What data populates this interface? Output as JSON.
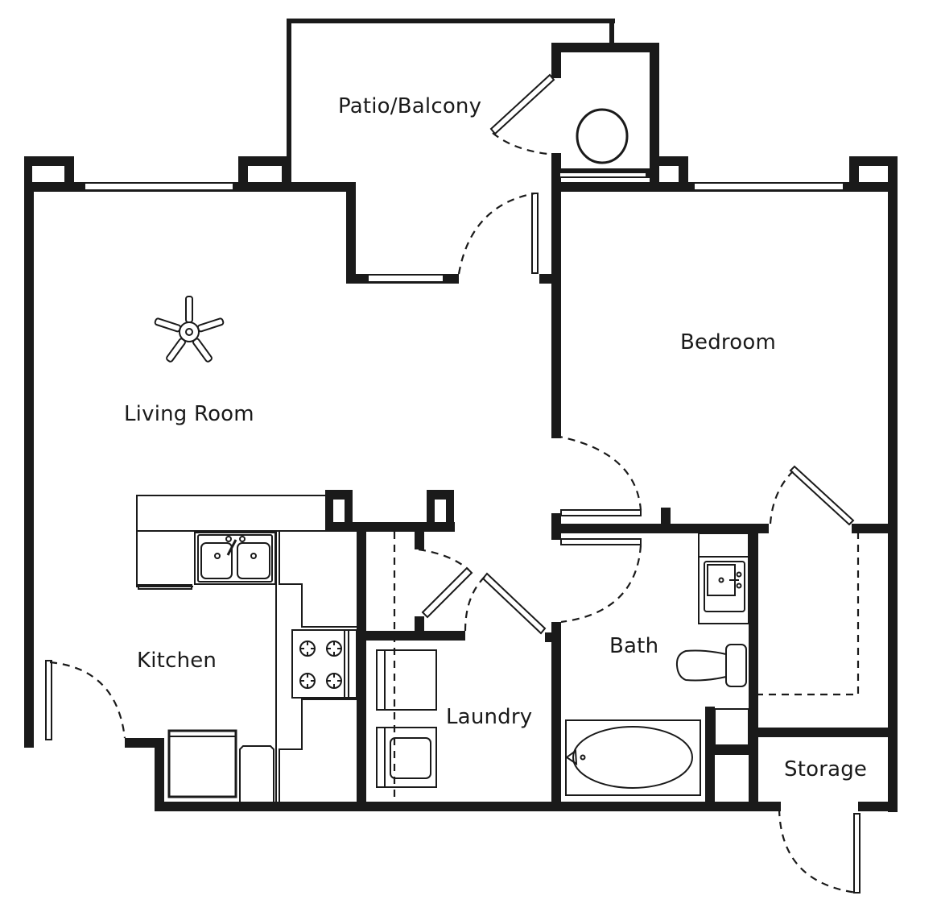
{
  "floorplan": {
    "rooms": [
      {
        "id": "patio",
        "label": "Patio/Balcony"
      },
      {
        "id": "living",
        "label": "Living Room"
      },
      {
        "id": "bedroom",
        "label": "Bedroom"
      },
      {
        "id": "kitchen",
        "label": "Kitchen"
      },
      {
        "id": "laundry",
        "label": "Laundry"
      },
      {
        "id": "bath",
        "label": "Bath"
      },
      {
        "id": "storage",
        "label": "Storage"
      }
    ],
    "fixtures": [
      "ceiling-fan",
      "double-sink",
      "range-4-burner",
      "refrigerator",
      "dishwasher",
      "washer",
      "dryer",
      "vanity-sink",
      "toilet",
      "bathtub",
      "water-heater"
    ],
    "colors": {
      "wall": "#1a1a1a",
      "background": "#ffffff"
    }
  }
}
